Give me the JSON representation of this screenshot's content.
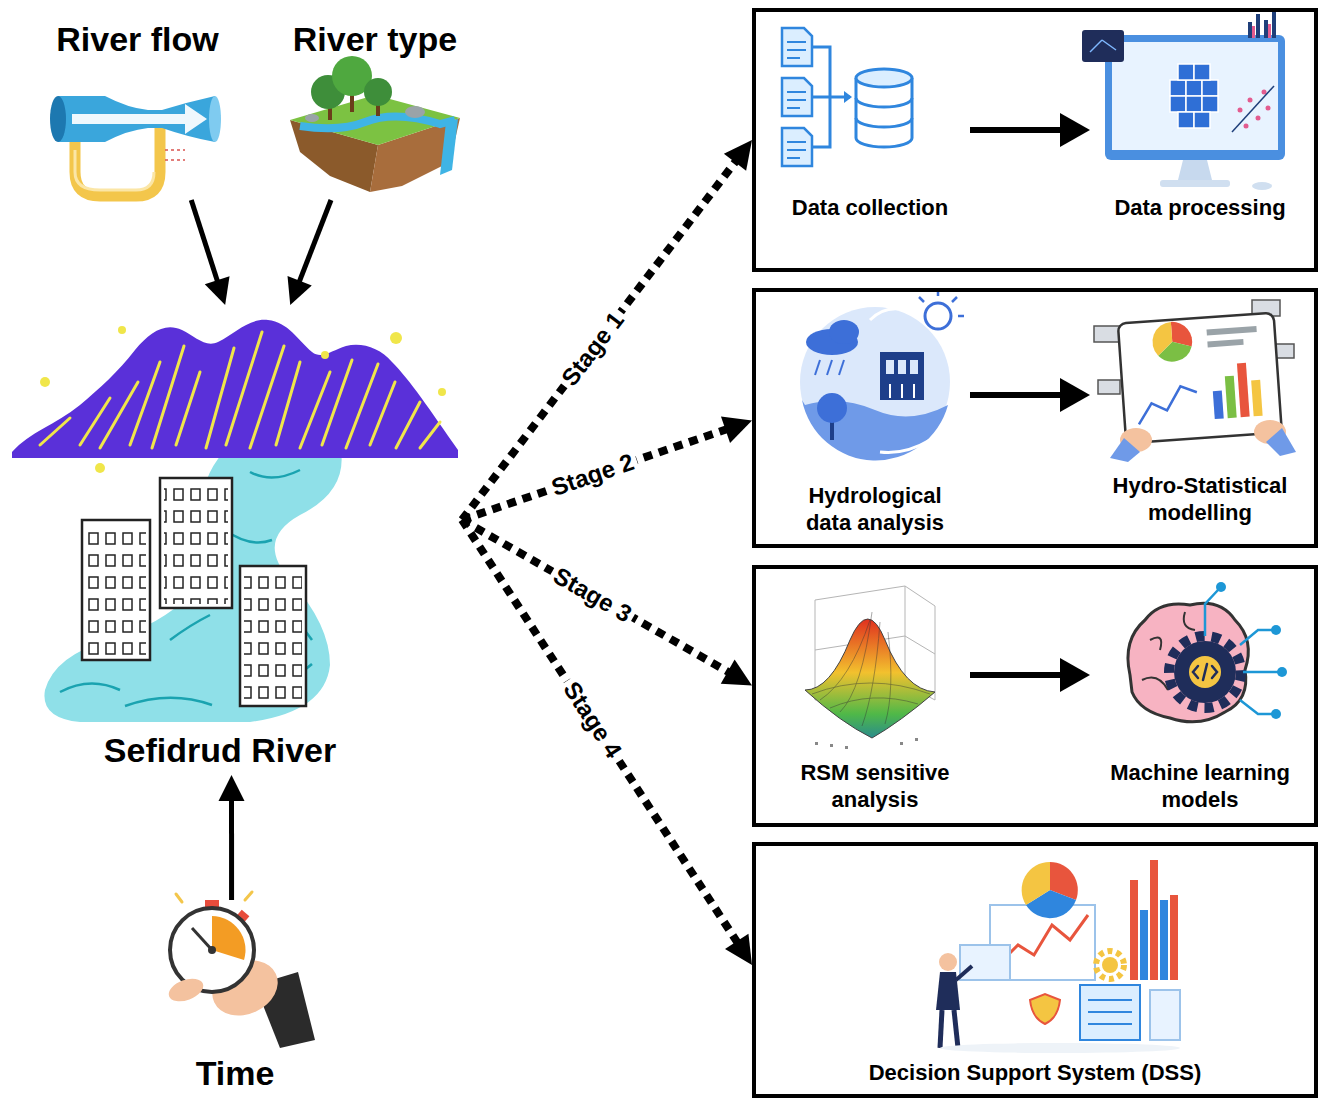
{
  "diagram": {
    "nodes": [
      {
        "text": [
          "River flow"
        ]
      },
      {
        "text": [
          "River type"
        ]
      },
      {
        "text": [
          "Sefidrud River"
        ]
      },
      {
        "text": []
      },
      {
        "text": [
          "Data collection"
        ],
        "in": 3
      },
      {
        "text": [
          "Data processing"
        ],
        "in": 3
      },
      {
        "text": []
      },
      {
        "text": [
          "Hydrological data analysis"
        ],
        "in": 6
      },
      {
        "text": [
          "Hydro-Statistical modelling"
        ],
        "in": 6
      },
      {
        "text": []
      },
      {
        "text": [
          "RSM sensitive analysis"
        ],
        "in": 9
      },
      {
        "text": [
          "Machine learning models"
        ],
        "in": 9
      },
      {
        "text": [
          "Decision Support System (DSS)"
        ]
      },
      {
        "text": [
          "Time"
        ]
      }
    ],
    "edges": [
      {
        "from": 0,
        "to": 2,
        "arrow": "to"
      },
      {
        "from": 1,
        "to": 2,
        "arrow": "to"
      },
      {
        "from": 13,
        "to": 2,
        "arrow": "to"
      },
      {
        "from": 2,
        "to": 3,
        "label": "Stage 1",
        "arrow": "to"
      },
      {
        "from": 2,
        "to": 6,
        "label": "Stage 2",
        "arrow": "to"
      },
      {
        "from": 2,
        "to": 9,
        "label": "Stage 3",
        "arrow": "to"
      },
      {
        "from": 2,
        "to": 12,
        "label": "Stage 4",
        "arrow": "to"
      },
      {
        "from": 4,
        "to": 5,
        "arrow": "to"
      },
      {
        "from": 7,
        "to": 8,
        "arrow": "to"
      },
      {
        "from": 10,
        "to": 11,
        "arrow": "to"
      }
    ]
  }
}
